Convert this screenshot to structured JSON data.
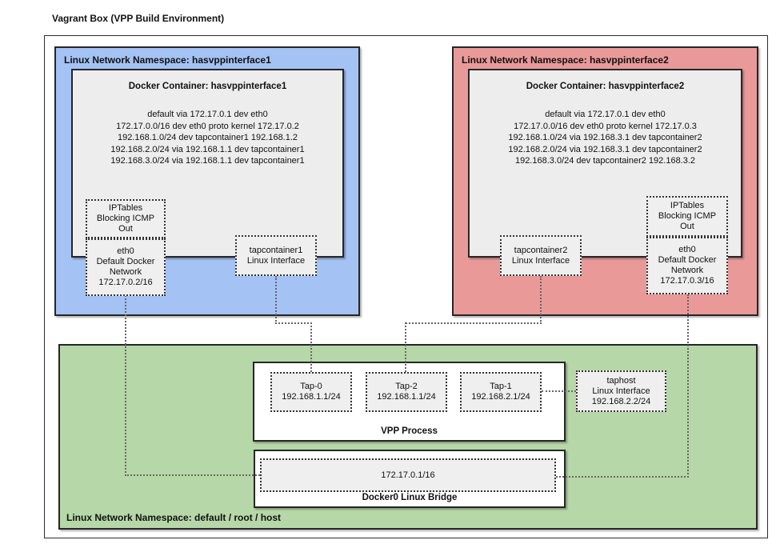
{
  "title": "Vagrant Box (VPP Build Environment)",
  "colors": {
    "ns1-fill": "#a4c2f4",
    "ns2-fill": "#ea9999",
    "host-fill": "#b6d7a8",
    "panel-fill": "#ededed",
    "dotted-fill": "#efefef",
    "connector": "#666666"
  },
  "ns1": {
    "label": "Linux Network Namespace: hasvppinterface1",
    "container_title": "Docker Container: hasvppinterface1",
    "routes": [
      "default via 172.17.0.1 dev eth0",
      "172.17.0.0/16 dev eth0 proto kernel 172.17.0.2",
      "192.168.1.0/24 dev tapcontainer1 192.168.1.2",
      "192.168.2.0/24 via 192.168.1.1 dev tapcontainer1",
      "192.168.3.0/24 via 192.168.1.1 dev tapcontainer1"
    ],
    "iptables_lines": [
      "IPTables",
      "Blocking ICMP",
      "Out"
    ],
    "eth0_lines": [
      "eth0",
      "Default Docker",
      "Network",
      "172.17.0.2/16"
    ],
    "tap_lines": [
      "tapcontainer1",
      "Linux Interface"
    ]
  },
  "ns2": {
    "label": "Linux Network Namespace: hasvppinterface2",
    "container_title": "Docker Container: hasvppinterface2",
    "routes": [
      "default via 172.17.0.1 dev eth0",
      "172.17.0.0/16 dev eth0 proto kernel 172.17.0.3",
      "192.168.1.0/24 via 192.168.3.1 dev tapcontainer2",
      "192.168.2.0/24 via 192.168.3.1 dev tapcontainer2",
      "192.168.3.0/24 dev tapcontainer2 192.168.3.2"
    ],
    "iptables_lines": [
      "IPTables",
      "Blocking ICMP",
      "Out"
    ],
    "eth0_lines": [
      "eth0",
      "Default Docker",
      "Network",
      "172.17.0.3/16"
    ],
    "tap_lines": [
      "tapcontainer2",
      "Linux Interface"
    ]
  },
  "host": {
    "label": "Linux Network Namespace: default / root / host",
    "vpp": {
      "label": "VPP Process",
      "taps": [
        {
          "name": "Tap-0",
          "ip": "192.168.1.1/24"
        },
        {
          "name": "Tap-2",
          "ip": "192.168.1.1/24"
        },
        {
          "name": "Tap-1",
          "ip": "192.168.2.1/24"
        }
      ]
    },
    "taphost_lines": [
      "taphost",
      "Linux Interface",
      "192.168.2.2/24"
    ],
    "bridge": {
      "ip": "172.17.0.1/16",
      "label": "Docker0 Linux Bridge"
    }
  }
}
